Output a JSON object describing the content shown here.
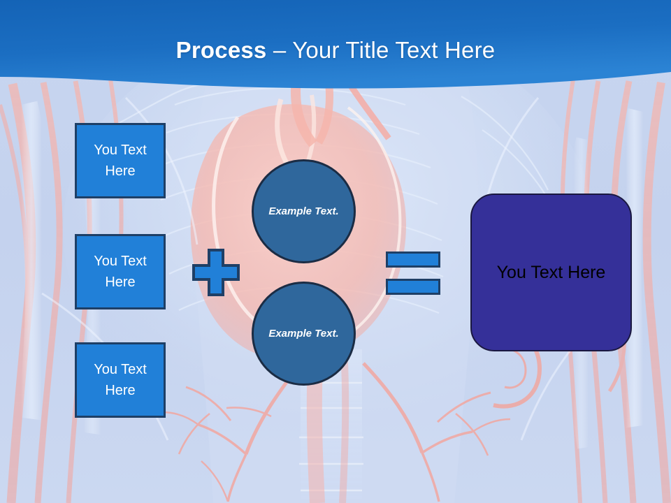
{
  "slide": {
    "header": {
      "title_bold": "Process",
      "title_separator": " – ",
      "title_rest": "Your Title Text Here",
      "band_color_top": "#1766b8",
      "band_color_bottom": "#2a7fd0"
    },
    "background": {
      "description": "medical-anatomy-torso-illustration",
      "base_color": "#c3d2ef",
      "vessel_color": "#f4a9a1",
      "highlight_color": "#dfeafc"
    },
    "inputs": [
      {
        "label": "You Text Here"
      },
      {
        "label": "You Text Here"
      },
      {
        "label": "You Text Here"
      }
    ],
    "input_style": {
      "fill": "#2180d8",
      "border": "#1e3f66",
      "text_color": "#ffffff"
    },
    "operators": {
      "plus": "+",
      "equals": "=",
      "fill": "#2180d8",
      "border": "#1e3f66"
    },
    "circles": [
      {
        "label": "Example Text."
      },
      {
        "label": "Example Text."
      }
    ],
    "circle_style": {
      "fill": "#2f679c",
      "border": "#1b2c44",
      "text_color": "#ffffff"
    },
    "result": {
      "label": "You Text Here",
      "fill": "#353099",
      "border": "#1a1840",
      "text_color": "#000000"
    }
  }
}
